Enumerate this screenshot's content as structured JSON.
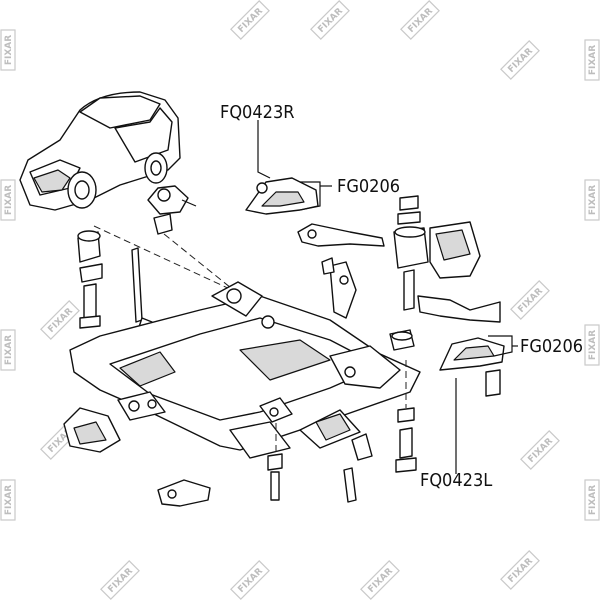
{
  "labels": {
    "top_right_arm": "FQ0423R",
    "top_bushing": "FG0206",
    "side_bushing": "FG0206",
    "bottom_left_arm": "FQ0423L"
  },
  "watermark": {
    "brand": "FIXAR"
  }
}
